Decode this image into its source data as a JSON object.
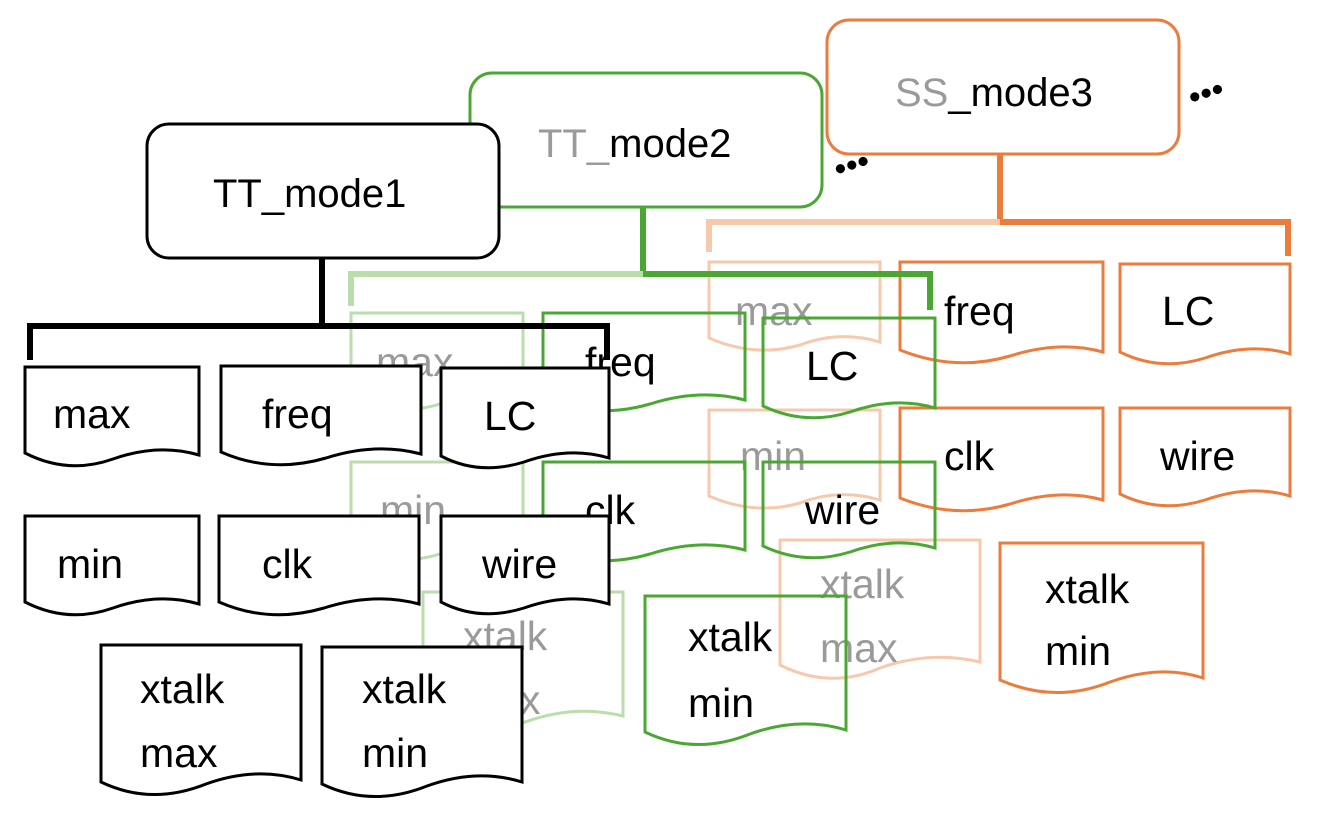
{
  "colors": {
    "mode1": "#000000",
    "mode2": "#4aa832",
    "mode2_light": "#b9deab",
    "mode3": "#ec7c3c",
    "mode3_light": "#f6c9ac",
    "faded_text": "#9a9a9a",
    "text": "#000000"
  },
  "modes": {
    "mode1": {
      "label": "TT_mode1",
      "docs": {
        "max": "max",
        "freq": "freq",
        "lc": "LC",
        "min": "min",
        "clk": "clk",
        "wire": "wire",
        "xtalk_max_1": "xtalk",
        "xtalk_max_2": "max",
        "xtalk_min_1": "xtalk",
        "xtalk_min_2": "min"
      }
    },
    "mode2": {
      "label_faded": "TT_",
      "label_solid": "mode2",
      "docs": {
        "max": "max",
        "freq": "freq",
        "lc": "LC",
        "min": "min",
        "clk": "clk",
        "wire": "wire",
        "xtalk_max_1": "xtalk",
        "xtalk_max_2": "max",
        "xtalk_min_1": "xtalk",
        "xtalk_min_2": "min"
      }
    },
    "mode3": {
      "label_faded": "SS",
      "label_solid": "_mode3",
      "docs": {
        "max": "max",
        "freq": "freq",
        "lc": "LC",
        "min": "min",
        "clk": "clk",
        "wire": "wire",
        "xtalk_max_1": "xtalk",
        "xtalk_max_2": "max",
        "xtalk_min_1": "xtalk",
        "xtalk_min_2": "min"
      }
    }
  },
  "ellipsis": "•••"
}
